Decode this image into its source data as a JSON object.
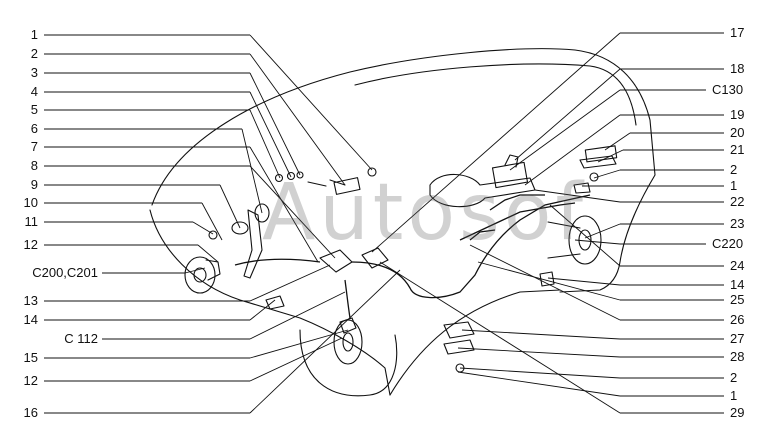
{
  "colors": {
    "ink": "#111111",
    "watermark": "#9a9a9a",
    "background": "#ffffff"
  },
  "watermark": "Autosof",
  "callouts_left": [
    "1",
    "2",
    "3",
    "4",
    "5",
    "6",
    "7",
    "8",
    "9",
    "10",
    "11",
    "12",
    "C200,C201",
    "13",
    "14",
    "C 112",
    "15",
    "12",
    "16"
  ],
  "callouts_right": [
    "17",
    "18",
    "C130",
    "19",
    "20",
    "21",
    "2",
    "1",
    "22",
    "23",
    "C220",
    "24",
    "14",
    "25",
    "26",
    "27",
    "28",
    "2",
    "1",
    "29"
  ]
}
